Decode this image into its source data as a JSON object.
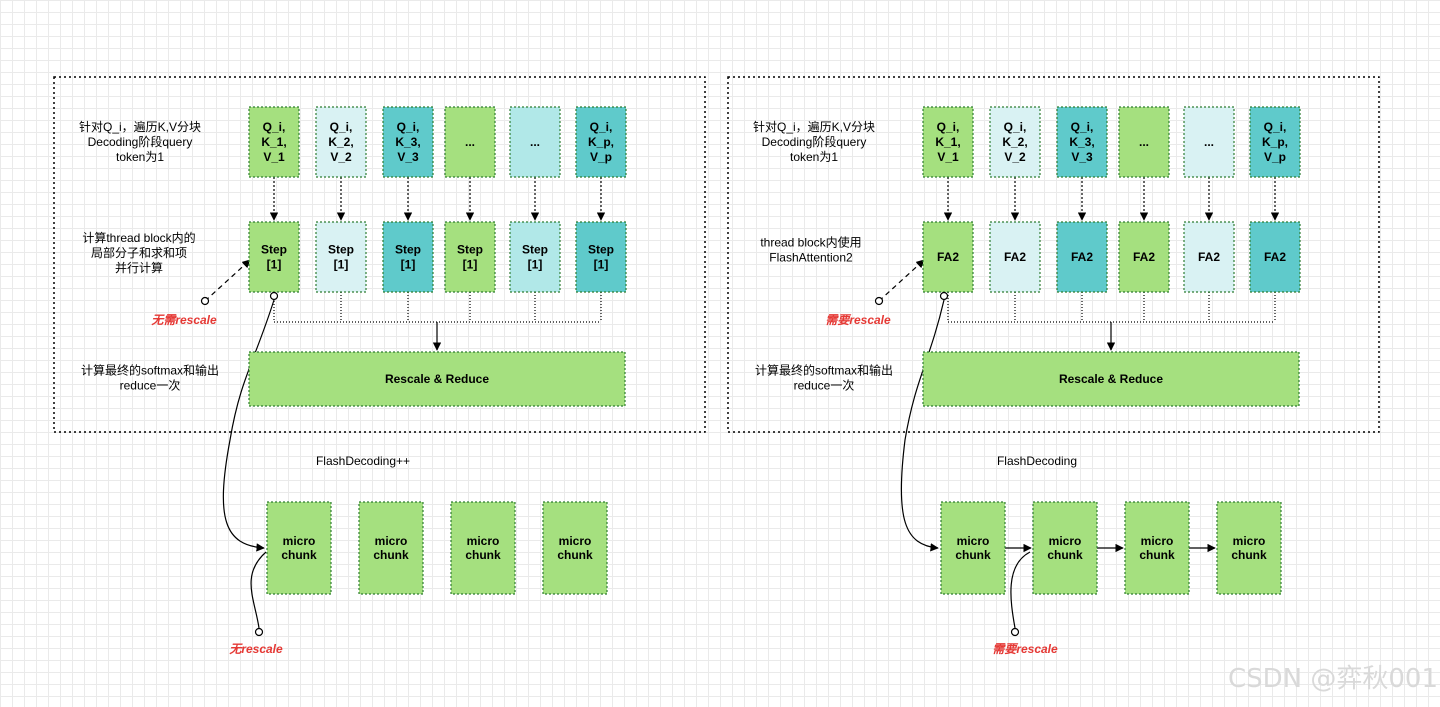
{
  "colors": {
    "green": "#a5e07f",
    "light_cyan": "#d9f2f3",
    "cyan": "#5fcacb",
    "pale_cyan": "#b1e8e8",
    "annotation_red": "#e53935"
  },
  "left": {
    "caption_1": [
      "针对Q_i，遍历K,V分块",
      "Decoding阶段query",
      "token为1"
    ],
    "caption_2": [
      "计算thread block内的",
      "局部分子和求和项",
      "并行计算"
    ],
    "caption_3": [
      "计算最终的softmax和输出",
      "reduce一次"
    ],
    "kv_blocks": [
      {
        "lines": [
          "Q_i,",
          "K_1,",
          "V_1"
        ],
        "color": "green"
      },
      {
        "lines": [
          "Q_i,",
          "K_2,",
          "V_2"
        ],
        "color": "light_cyan"
      },
      {
        "lines": [
          "Q_i,",
          "K_3,",
          "V_3"
        ],
        "color": "cyan"
      },
      {
        "lines": [
          "..."
        ],
        "color": "green"
      },
      {
        "lines": [
          "..."
        ],
        "color": "pale_cyan"
      },
      {
        "lines": [
          "Q_i,",
          "K_p,",
          "V_p"
        ],
        "color": "cyan"
      }
    ],
    "step_blocks": [
      {
        "lines": [
          "Step",
          "[1]"
        ],
        "color": "green"
      },
      {
        "lines": [
          "Step",
          "[1]"
        ],
        "color": "light_cyan"
      },
      {
        "lines": [
          "Step",
          "[1]"
        ],
        "color": "cyan"
      },
      {
        "lines": [
          "Step",
          "[1]"
        ],
        "color": "green"
      },
      {
        "lines": [
          "Step",
          "[1]"
        ],
        "color": "pale_cyan"
      },
      {
        "lines": [
          "Step",
          "[1]"
        ],
        "color": "cyan"
      }
    ],
    "reduce_label": "Rescale & Reduce",
    "annotation_top": "无需rescale",
    "title": "FlashDecoding++",
    "chunks": [
      [
        "micro",
        "chunk"
      ],
      [
        "micro",
        "chunk"
      ],
      [
        "micro",
        "chunk"
      ],
      [
        "micro",
        "chunk"
      ]
    ],
    "annotation_bottom": "无rescale"
  },
  "right": {
    "caption_1": [
      "针对Q_i，遍历K,V分块",
      "Decoding阶段query",
      "token为1"
    ],
    "caption_2": [
      "thread block内使用",
      "FlashAttention2"
    ],
    "caption_3": [
      "计算最终的softmax和输出",
      "reduce一次"
    ],
    "kv_blocks": [
      {
        "lines": [
          "Q_i,",
          "K_1,",
          "V_1"
        ],
        "color": "green"
      },
      {
        "lines": [
          "Q_i,",
          "K_2,",
          "V_2"
        ],
        "color": "light_cyan"
      },
      {
        "lines": [
          "Q_i,",
          "K_3,",
          "V_3"
        ],
        "color": "cyan"
      },
      {
        "lines": [
          "..."
        ],
        "color": "green"
      },
      {
        "lines": [
          "..."
        ],
        "color": "light_cyan"
      },
      {
        "lines": [
          "Q_i,",
          "K_p,",
          "V_p"
        ],
        "color": "cyan"
      }
    ],
    "step_blocks": [
      {
        "lines": [
          "FA2"
        ],
        "color": "green"
      },
      {
        "lines": [
          "FA2"
        ],
        "color": "light_cyan"
      },
      {
        "lines": [
          "FA2"
        ],
        "color": "cyan"
      },
      {
        "lines": [
          "FA2"
        ],
        "color": "green"
      },
      {
        "lines": [
          "FA2"
        ],
        "color": "light_cyan"
      },
      {
        "lines": [
          "FA2"
        ],
        "color": "cyan"
      }
    ],
    "reduce_label": "Rescale & Reduce",
    "annotation_top": "需要rescale",
    "title": "FlashDecoding",
    "chunks": [
      [
        "micro",
        "chunk"
      ],
      [
        "micro",
        "chunk"
      ],
      [
        "micro",
        "chunk"
      ],
      [
        "micro",
        "chunk"
      ]
    ],
    "annotation_bottom": "需要rescale"
  },
  "watermark": "CSDN @弈秋001"
}
